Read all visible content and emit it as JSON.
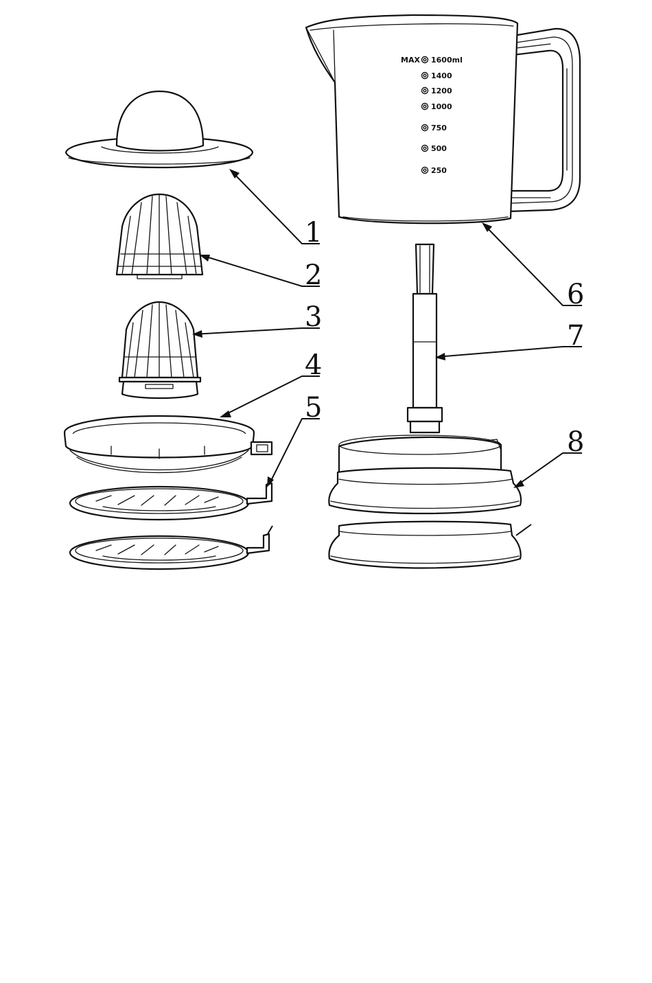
{
  "callouts": [
    {
      "id": "1",
      "label": "1"
    },
    {
      "id": "2",
      "label": "2"
    },
    {
      "id": "3",
      "label": "3"
    },
    {
      "id": "4",
      "label": "4"
    },
    {
      "id": "5",
      "label": "5"
    },
    {
      "id": "6",
      "label": "6"
    },
    {
      "id": "7",
      "label": "7"
    },
    {
      "id": "8",
      "label": "8"
    }
  ],
  "jug": {
    "scale": [
      "MAX",
      "1600ml",
      "1400",
      "1200",
      "1000",
      "750",
      "500",
      "250"
    ]
  },
  "colors": {
    "line": "#111111",
    "background": "#ffffff"
  }
}
